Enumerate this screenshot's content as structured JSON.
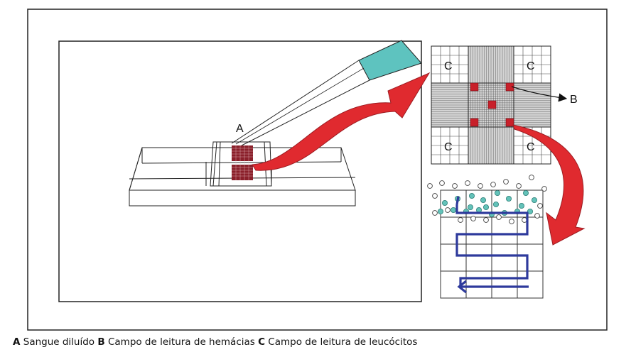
{
  "figure": {
    "labels": {
      "a": "A",
      "b": "B",
      "c_top_left": "C",
      "c_top_right": "C",
      "c_bottom_left": "C",
      "c_bottom_right": "C"
    }
  },
  "caption": {
    "a_key": "A",
    "a_text": " Sangue diluído ",
    "b_key": "B",
    "b_text": " Campo de leitura de hemácias ",
    "c_key": "C",
    "c_text": " Campo de leitura de leucócitos"
  },
  "colors": {
    "arrow_red": "#e02a2f",
    "rbc_square_red": "#c8202a",
    "pipette_tip": "#5ec3bf",
    "path_blue": "#2e3a9c",
    "cell_teal": "#63c2b9"
  }
}
